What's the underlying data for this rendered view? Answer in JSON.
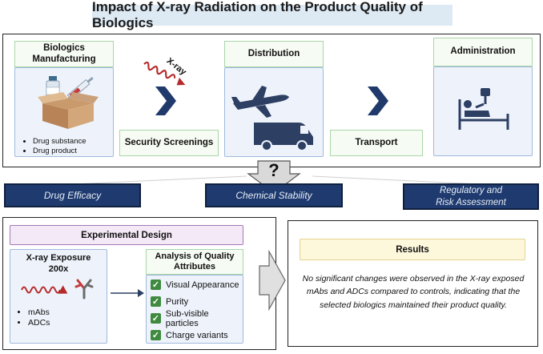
{
  "title": "Impact of X-ray Radiation on the Product Quality of Biologics",
  "top": {
    "manufacturing_label": "Biologics Manufacturing",
    "manufacturing_items": [
      "Drug substance",
      "Drug product"
    ],
    "xray_label": "X-ray",
    "security_label": "Security Screenings",
    "distribution_label": "Distribution",
    "transport_label": "Transport",
    "administration_label": "Administration",
    "question_mark": "?"
  },
  "outcomes": [
    "Drug Efficacy",
    "Chemical Stability",
    "Regulatory  and\nRisk Assessment"
  ],
  "experimental": {
    "header": "Experimental Design",
    "exposure_title": "X-ray Exposure\n200x",
    "exposure_items": [
      "mAbs",
      "ADCs"
    ],
    "analysis_title": "Analysis of Quality Attributes",
    "attributes": [
      "Visual Appearance",
      "Purity",
      "Sub-visible particles",
      "Charge variants"
    ]
  },
  "results": {
    "header": "Results",
    "text": "No significant changes were observed in the X-ray exposed mAbs and ADCs compared to controls, indicating that the selected biologics maintained their product quality."
  },
  "colors": {
    "title_bg": "#dde9f3",
    "panel_bg": "#eef3fb",
    "panel_border": "#9fb9dd",
    "label_border": "#a9d6a9",
    "navy": "#1e3a6e",
    "check_green": "#3f8a3f",
    "results_header_bg": "#fdf7dc",
    "design_header_bg": "#f4e9f7"
  },
  "icons": [
    "medicine-vial-icon",
    "syringe-icon",
    "cardboard-box-icon",
    "xray-wave-icon",
    "chevron-right-icon",
    "airplane-icon",
    "van-icon",
    "hospital-bed-icon",
    "question-arrow-icon",
    "antibody-icon",
    "checkbox-icon"
  ]
}
